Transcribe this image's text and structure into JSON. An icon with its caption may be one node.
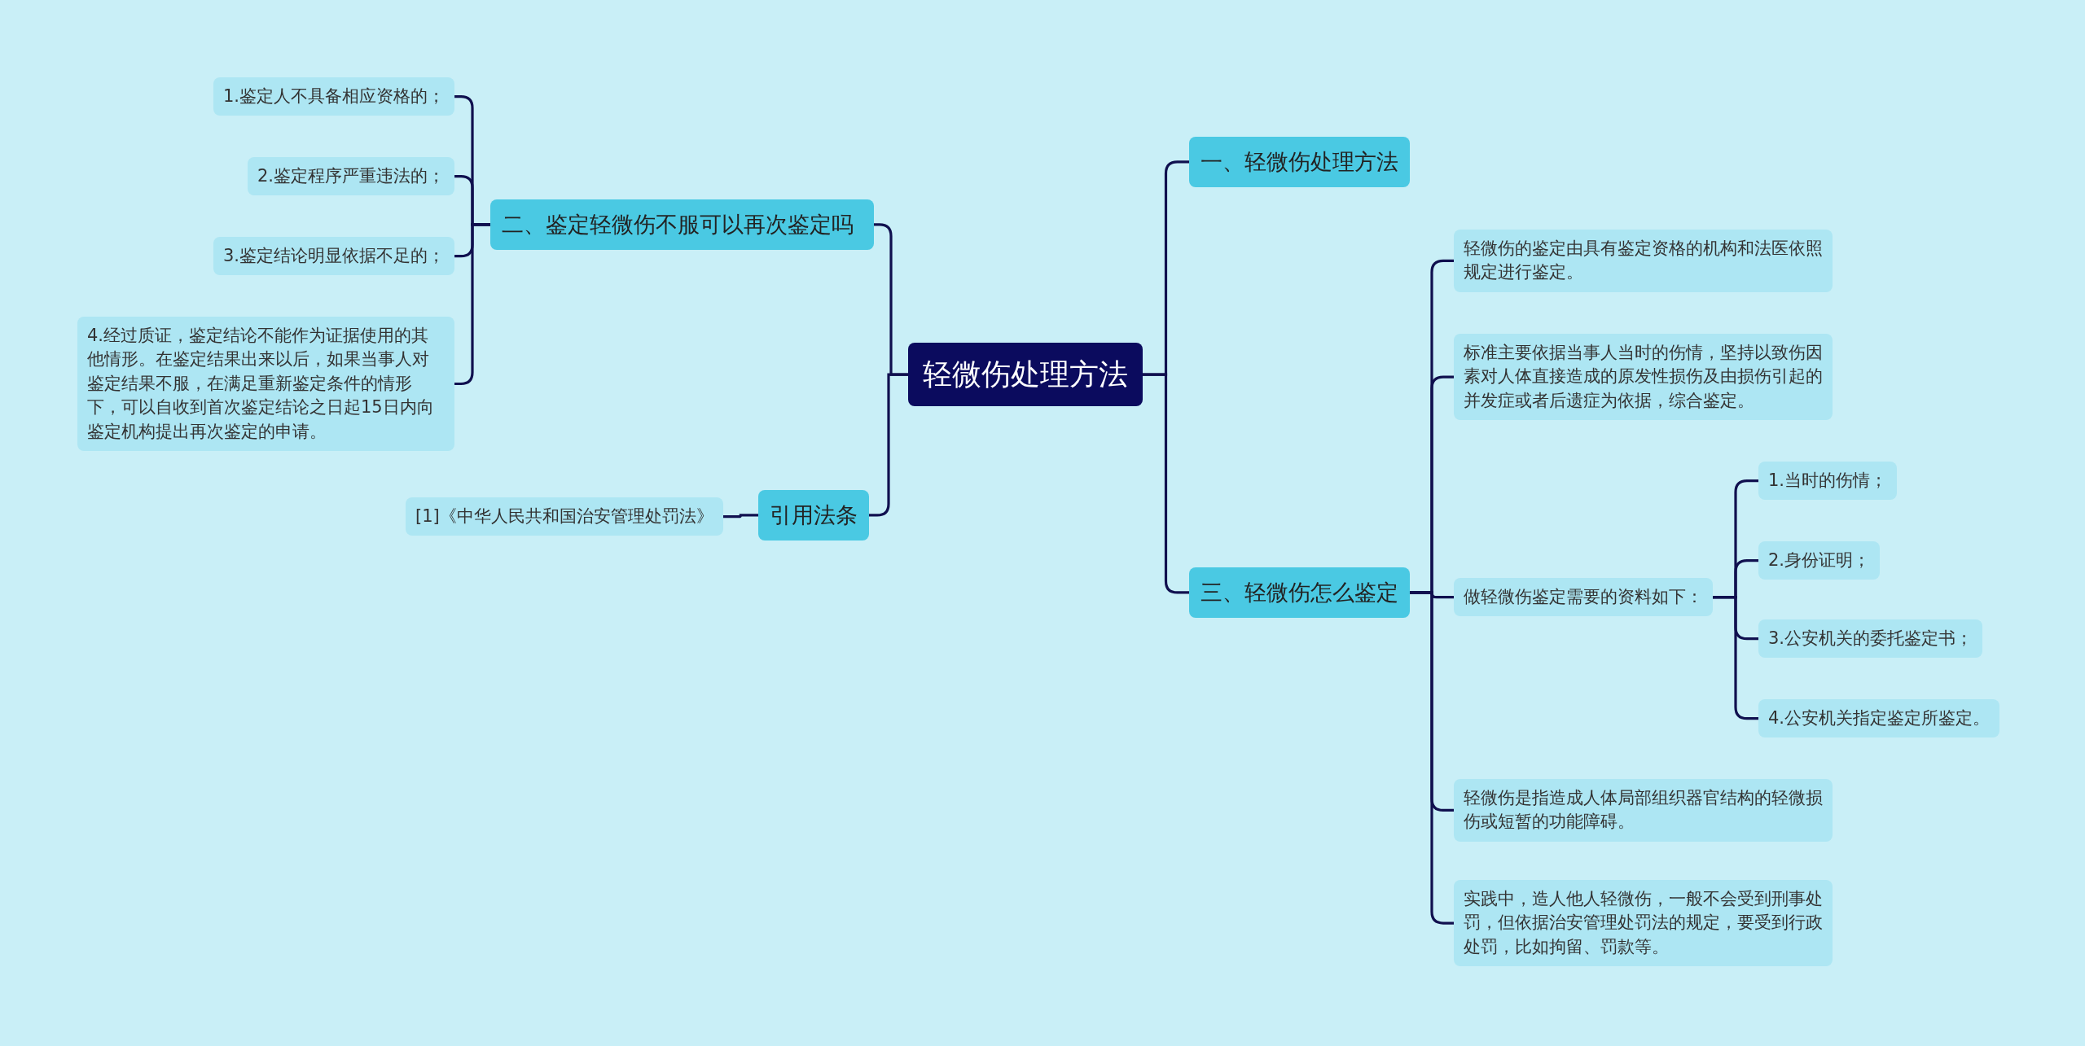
{
  "diagram": {
    "nodes": [
      {
        "text": [
          "轻微伤处理方法"
        ]
      },
      {
        "text": [
          "一、轻微伤处理方法"
        ]
      },
      {
        "text": [
          "二、鉴定轻微伤不服可以再次鉴定吗"
        ]
      },
      {
        "text": [
          "引用法条"
        ]
      },
      {
        "text": [
          "三、轻微伤怎么鉴定"
        ]
      },
      {
        "text": [
          "1.鉴定人不具备相应资格的；"
        ]
      },
      {
        "text": [
          "2.鉴定程序严重违法的；"
        ]
      },
      {
        "text": [
          "3.鉴定结论明显依据不足的；"
        ]
      },
      {
        "text": [
          "4.经过质证，鉴定结论不能作为证据使用的其他情形。在鉴定结果出来以后，如果当事人对鉴定结果不服，在满足重新鉴定条件的情形下，可以自收到首次鉴定结论之日起15日内向鉴定机构提出再次鉴定的申请。"
        ]
      },
      {
        "text": [
          "[1]《中华人民共和国治安管理处罚法》"
        ]
      },
      {
        "text": [
          "轻微伤的鉴定由具有鉴定资格的机构和法医依照规定进行鉴定。"
        ]
      },
      {
        "text": [
          "标准主要依据当事人当时的伤情，坚持以致伤因素对人体直接造成的原发性损伤及由损伤引起的并发症或者后遗症为依据，综合鉴定。"
        ]
      },
      {
        "text": [
          "做轻微伤鉴定需要的资料如下："
        ]
      },
      {
        "text": [
          "1.当时的伤情；"
        ]
      },
      {
        "text": [
          "2.身份证明；"
        ]
      },
      {
        "text": [
          "3.公安机关的委托鉴定书；"
        ]
      },
      {
        "text": [
          "4.公安机关指定鉴定所鉴定。"
        ]
      },
      {
        "text": [
          "轻微伤是指造成人体局部组织器官结构的轻微损伤或短暂的功能障碍。"
        ]
      },
      {
        "text": [
          "实践中，造人他人轻微伤，一般不会受到刑事处罚，但依据治安管理处罚法的规定，要受到行政处罚，比如拘留、罚款等。"
        ]
      }
    ],
    "edges": [
      {
        "from": 0,
        "to": 1,
        "arrow": "none"
      },
      {
        "from": 0,
        "to": 2,
        "arrow": "none"
      },
      {
        "from": 0,
        "to": 3,
        "arrow": "none"
      },
      {
        "from": 0,
        "to": 4,
        "arrow": "none"
      },
      {
        "from": 2,
        "to": 5,
        "arrow": "none"
      },
      {
        "from": 2,
        "to": 6,
        "arrow": "none"
      },
      {
        "from": 2,
        "to": 7,
        "arrow": "none"
      },
      {
        "from": 2,
        "to": 8,
        "arrow": "none"
      },
      {
        "from": 3,
        "to": 9,
        "arrow": "none"
      },
      {
        "from": 4,
        "to": 10,
        "arrow": "none"
      },
      {
        "from": 4,
        "to": 11,
        "arrow": "none"
      },
      {
        "from": 4,
        "to": 12,
        "arrow": "none"
      },
      {
        "from": 12,
        "to": 13,
        "arrow": "none"
      },
      {
        "from": 12,
        "to": 14,
        "arrow": "none"
      },
      {
        "from": 12,
        "to": 15,
        "arrow": "none"
      },
      {
        "from": 12,
        "to": 16,
        "arrow": "none"
      },
      {
        "from": 4,
        "to": 17,
        "arrow": "none"
      },
      {
        "from": 4,
        "to": 18,
        "arrow": "none"
      }
    ]
  }
}
